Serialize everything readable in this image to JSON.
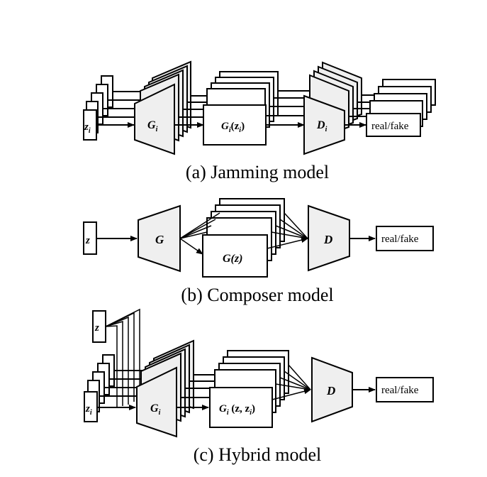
{
  "jamming": {
    "z": "z",
    "z_sub": "i",
    "g": "G",
    "g_sub": "i",
    "gz_main": "G",
    "gz_sub": "i",
    "gz_arg": "(z",
    "gz_arg_sub": "i",
    "gz_close": ")",
    "d": "D",
    "d_sub": "i",
    "out": "real/fake",
    "caption": "(a) Jamming model"
  },
  "composer": {
    "z": "z",
    "g": "G",
    "gz": "G(z)",
    "d": "D",
    "out": "real/fake",
    "caption": "(b) Composer model"
  },
  "hybrid": {
    "z_shared": "z",
    "z": "z",
    "z_sub": "i",
    "g": "G",
    "g_sub": "i",
    "gz_main": "G",
    "gz_sub": "i",
    "gz_arg": " (z, z",
    "gz_arg_sub": "i",
    "gz_close": ")",
    "d": "D",
    "out": "real/fake",
    "caption": "(c) Hybrid model"
  }
}
